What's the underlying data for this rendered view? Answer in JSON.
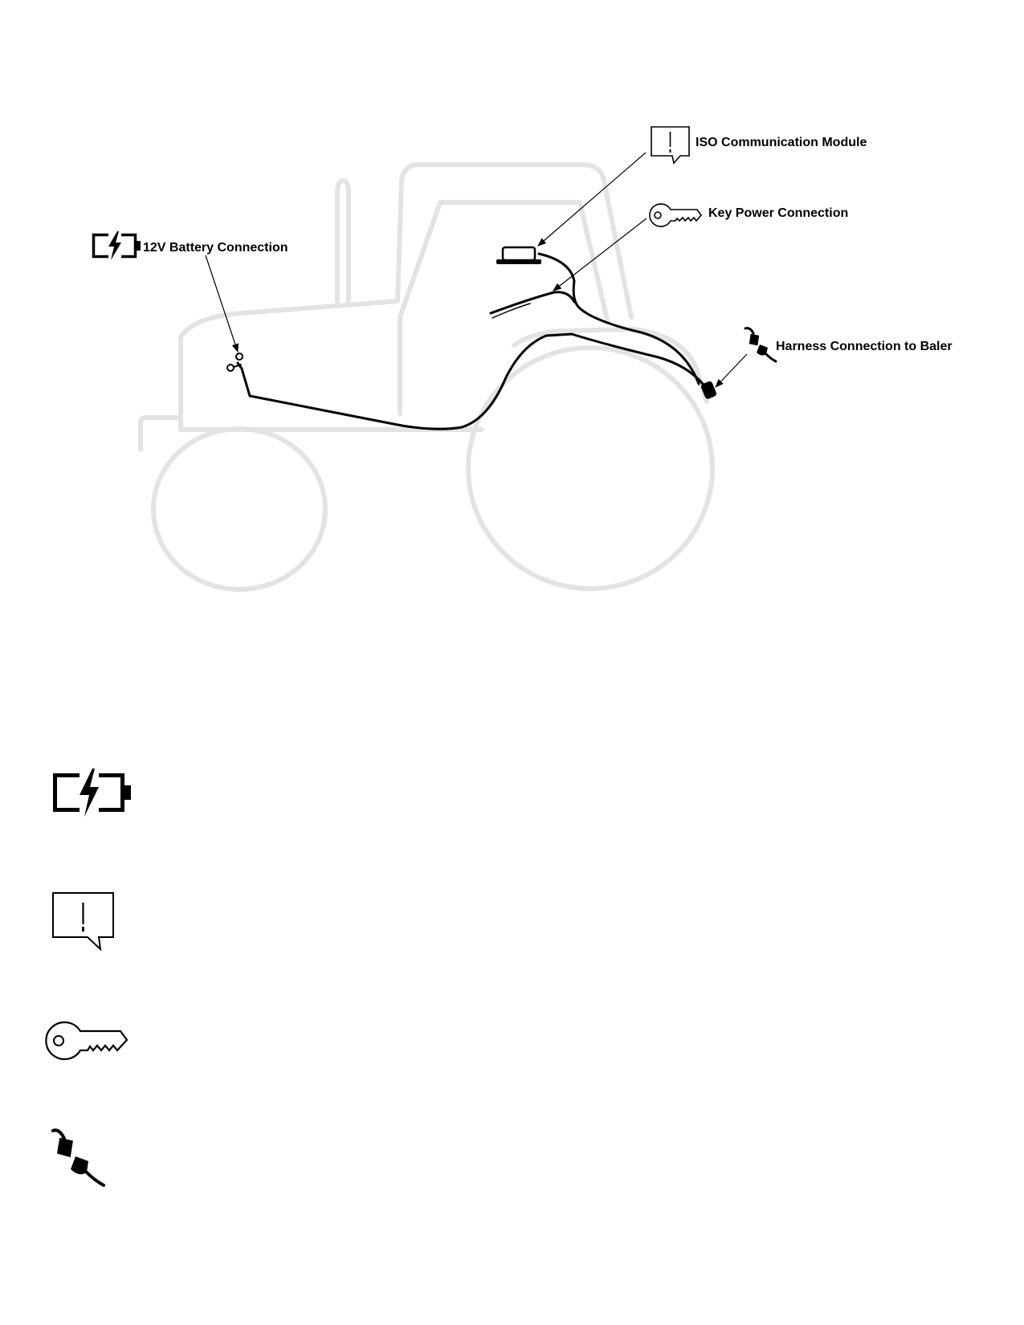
{
  "callouts": {
    "battery": {
      "label": "12V Battery Connection",
      "icon": "battery-charging-icon"
    },
    "iso_module": {
      "label": "ISO Communication Module",
      "icon": "alert-message-icon"
    },
    "key_power": {
      "label": "Key Power Connection",
      "icon": "key-icon"
    },
    "harness": {
      "label": "Harness Connection to Baler",
      "icon": "plug-connector-icon"
    }
  },
  "legend": {
    "icons": [
      "battery-charging-icon",
      "alert-message-icon",
      "key-icon",
      "plug-connector-icon"
    ]
  },
  "colors": {
    "tractor_outline": "#e3e3e3",
    "harness": "#000000",
    "background": "#ffffff"
  }
}
